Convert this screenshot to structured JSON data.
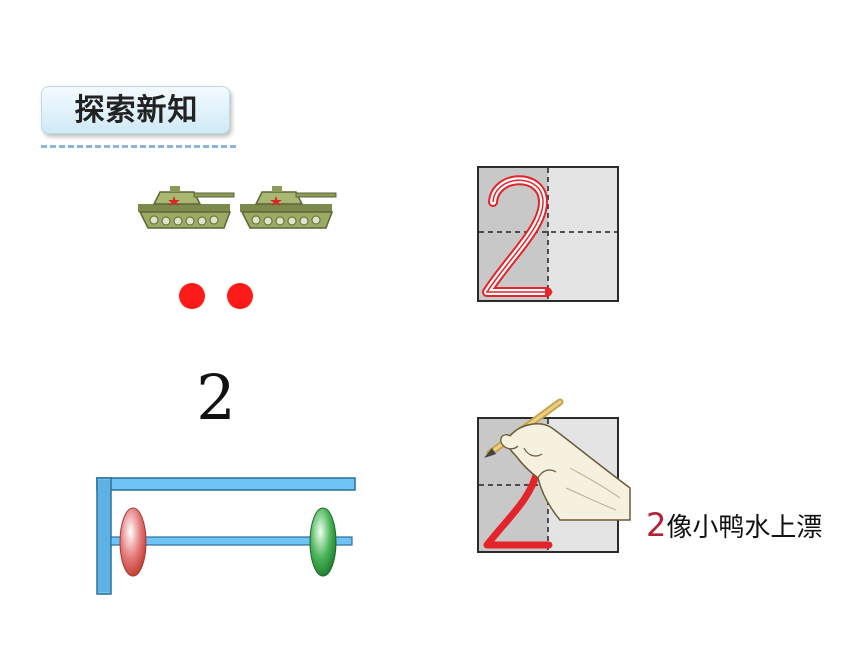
{
  "section": {
    "title": "探索新知"
  },
  "counting": {
    "tank_count": 2,
    "dot_count": 2,
    "numeral": "2"
  },
  "caption": {
    "number": "2",
    "text": "像小鸭水上漂"
  },
  "colors": {
    "dot": "#ff1a1a",
    "stroke": "#e3242b",
    "abacus_frame": "#4db3ef",
    "bead_left": "#e06a6a",
    "bead_right": "#3aa64a"
  },
  "icons": [
    "tank-icon",
    "hand-pencil-icon"
  ]
}
